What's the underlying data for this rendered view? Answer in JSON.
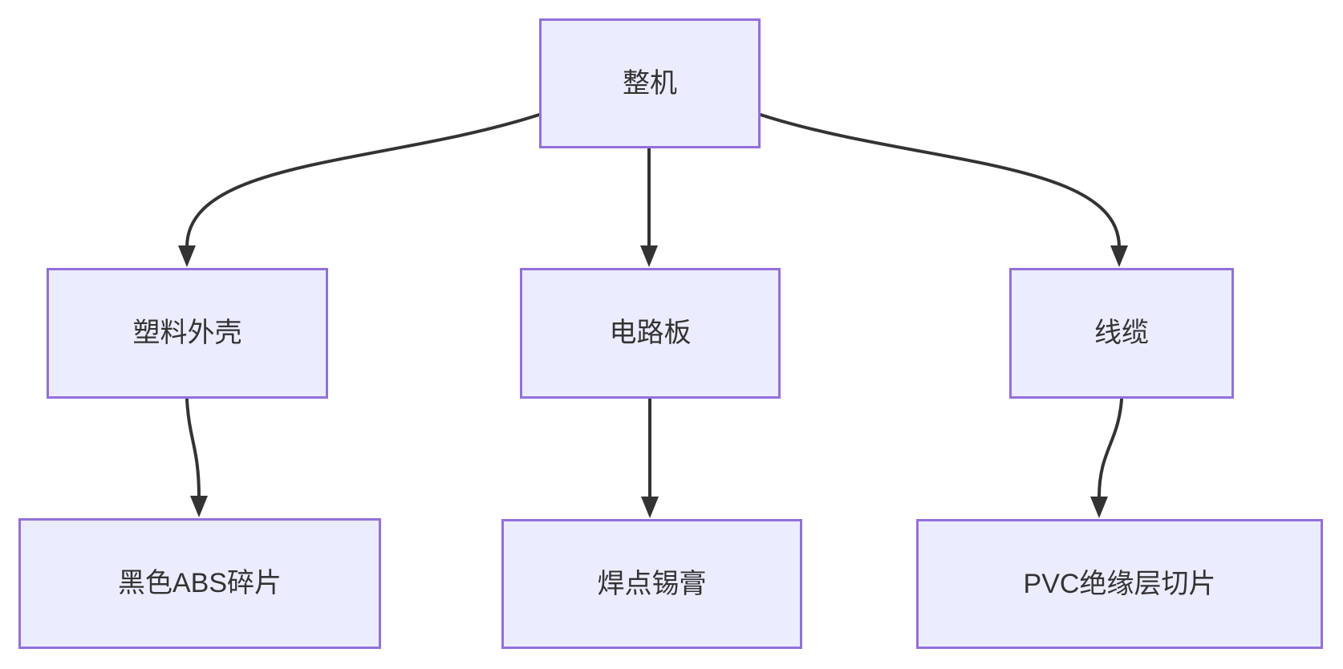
{
  "diagram": {
    "type": "flowchart",
    "direction": "top-down",
    "colors": {
      "background": "#ffffff",
      "node_fill": "#ECECFF",
      "node_border": "#9370DB",
      "edge": "#333333",
      "text": "#333333"
    },
    "nodes": {
      "root": {
        "label": "整机"
      },
      "shell": {
        "label": "塑料外壳"
      },
      "pcb": {
        "label": "电路板"
      },
      "cable": {
        "label": "线缆"
      },
      "abs": {
        "label": "黑色ABS碎片"
      },
      "solder": {
        "label": "焊点锡膏"
      },
      "pvc": {
        "label": "PVC绝缘层切片"
      }
    },
    "edges": [
      {
        "from": "整机",
        "to": "塑料外壳"
      },
      {
        "from": "整机",
        "to": "电路板"
      },
      {
        "from": "整机",
        "to": "线缆"
      },
      {
        "from": "塑料外壳",
        "to": "黑色ABS碎片"
      },
      {
        "from": "电路板",
        "to": "焊点锡膏"
      },
      {
        "from": "线缆",
        "to": "PVC绝缘层切片"
      }
    ]
  }
}
